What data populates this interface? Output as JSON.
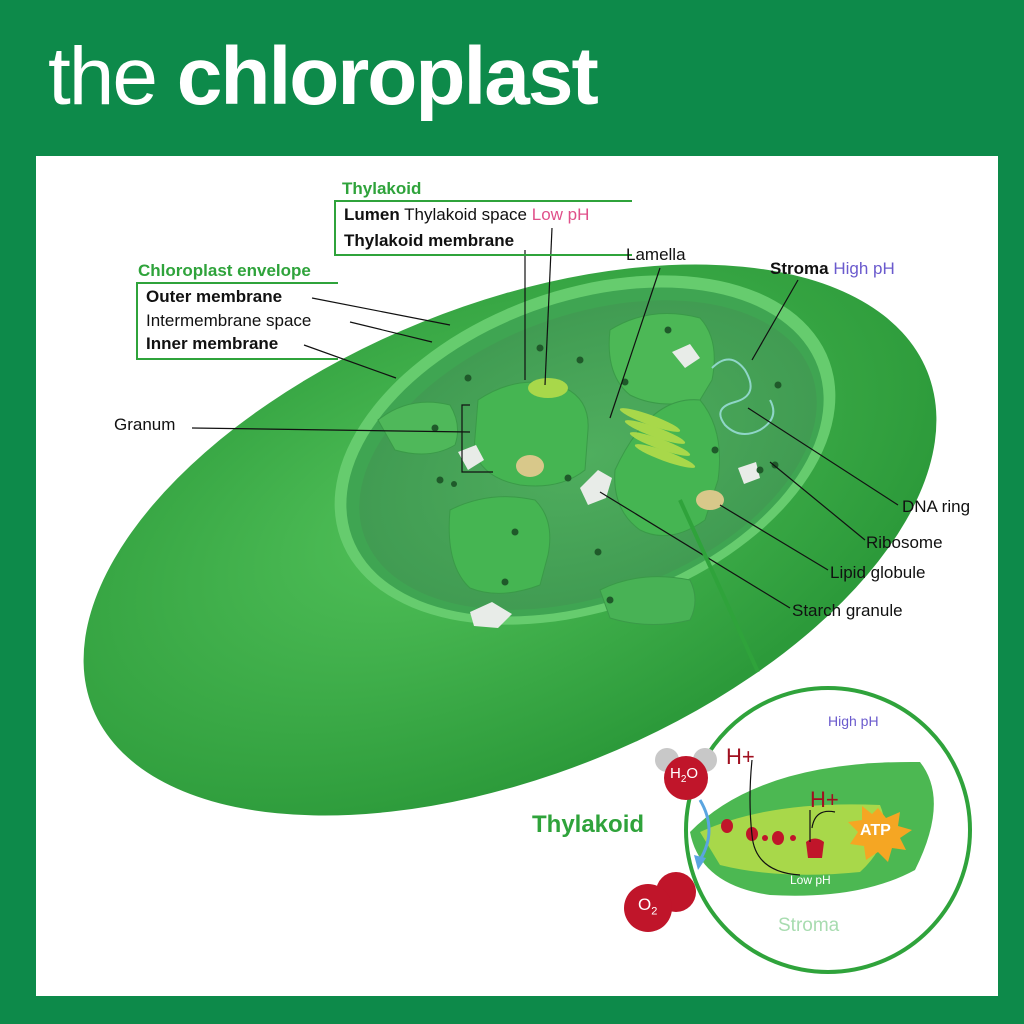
{
  "title": {
    "part1": "the",
    "part2": "chloroplast"
  },
  "labels": {
    "thylakoid_heading": "Thylakoid",
    "lumen": "Lumen",
    "thylakoid_space": "Thylakoid space",
    "low_ph": "Low pH",
    "thylakoid_membrane": "Thylakoid membrane",
    "envelope_heading": "Chloroplast envelope",
    "outer_membrane": "Outer membrane",
    "intermembrane_space": "Intermembrane space",
    "inner_membrane": "Inner membrane",
    "lamella": "Lamella",
    "stroma": "Stroma",
    "high_ph": "High pH",
    "granum": "Granum",
    "dna_ring": "DNA ring",
    "ribosome": "Ribosome",
    "lipid_globule": "Lipid globule",
    "starch_granule": "Starch granule"
  },
  "inset": {
    "heading": "Thylakoid",
    "high_ph": "High pH",
    "h_plus_1": "H+",
    "h_plus_2": "H+",
    "h2o_main": "H",
    "h2o_sub": "2",
    "h2o_tail": "O",
    "o2_main": "O",
    "o2_sub": "2",
    "atp": "ATP",
    "low_ph": "Low pH",
    "stroma": "Stroma"
  },
  "colors": {
    "background": "#0d8a4a",
    "outer_body": "#3cb043",
    "stroma_fill": "#4aa75a",
    "label_green": "#2fa33b",
    "low_ph": "#e0508a",
    "high_ph": "#6a5acd",
    "molecule_red": "#c0152a",
    "atp_orange": "#f5a623"
  }
}
